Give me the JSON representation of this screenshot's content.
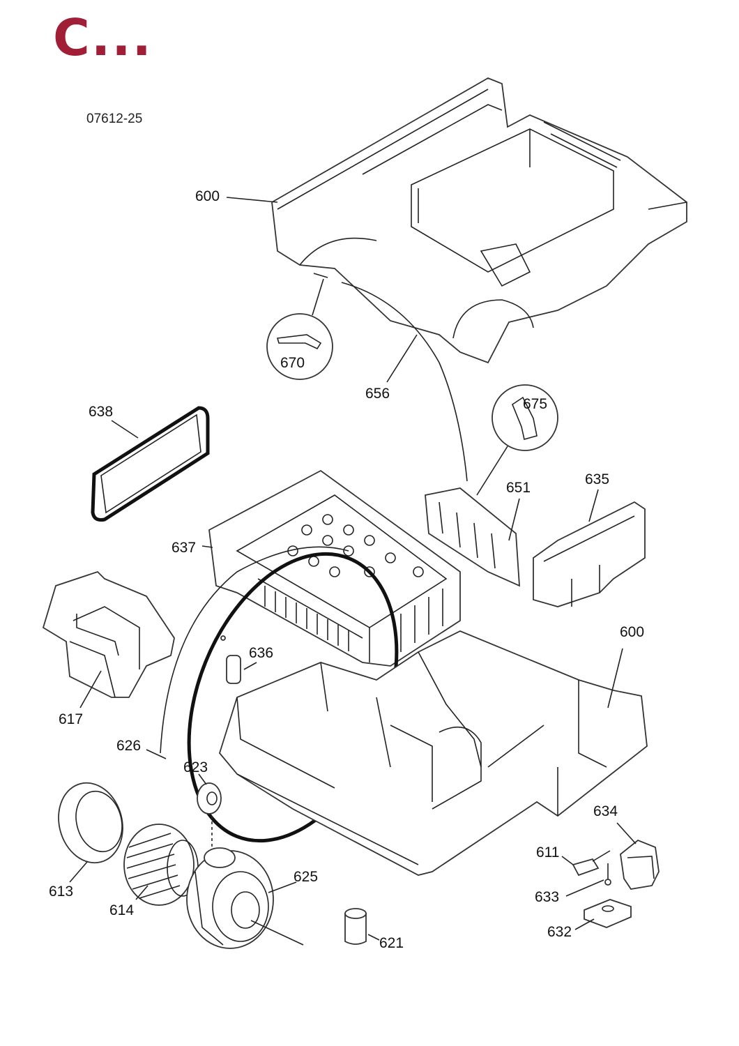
{
  "heading": "C...",
  "drawing_code": "07612-25",
  "colors": {
    "heading": "#a01f36",
    "line": "#222222"
  },
  "labels": {
    "p600_top": "600",
    "p670": "670",
    "p656": "656",
    "p675": "675",
    "p638": "638",
    "p651": "651",
    "p635": "635",
    "p637": "637",
    "p600_bottom": "600",
    "p636": "636",
    "p617": "617",
    "p626": "626",
    "p623": "623",
    "p634": "634",
    "p611": "611",
    "p625": "625",
    "p633": "633",
    "p613": "613",
    "p614": "614",
    "p632": "632",
    "p621": "621"
  }
}
